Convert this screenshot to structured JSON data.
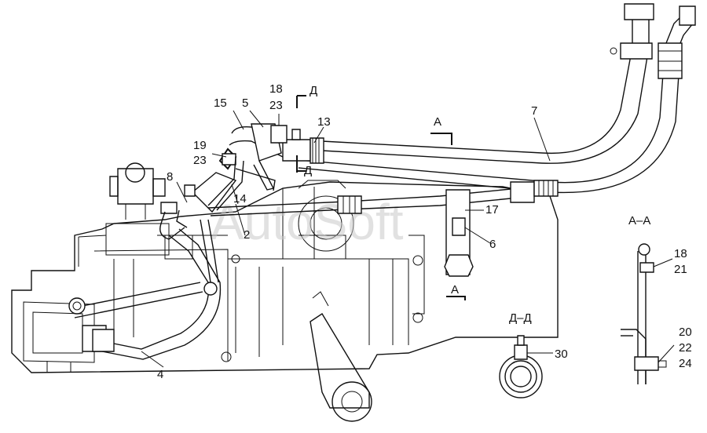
{
  "watermark": "AutoSoft",
  "labels": {
    "l1": "18",
    "l2": "23",
    "l3": "15",
    "l4": "5",
    "l5": "Д",
    "l6": "13",
    "l7": "Д",
    "l8": "A",
    "l9": "7",
    "l10": "19",
    "l11": "23",
    "l12": "8",
    "l13": "14",
    "l14": "2",
    "l15": "17",
    "l16": "6",
    "l17": "A",
    "l18": "4",
    "l19": "A–A",
    "l20": "18",
    "l21": "21",
    "l22": "20",
    "l23": "22",
    "l24": "24",
    "l25": "Д–Д",
    "l26": "30"
  }
}
